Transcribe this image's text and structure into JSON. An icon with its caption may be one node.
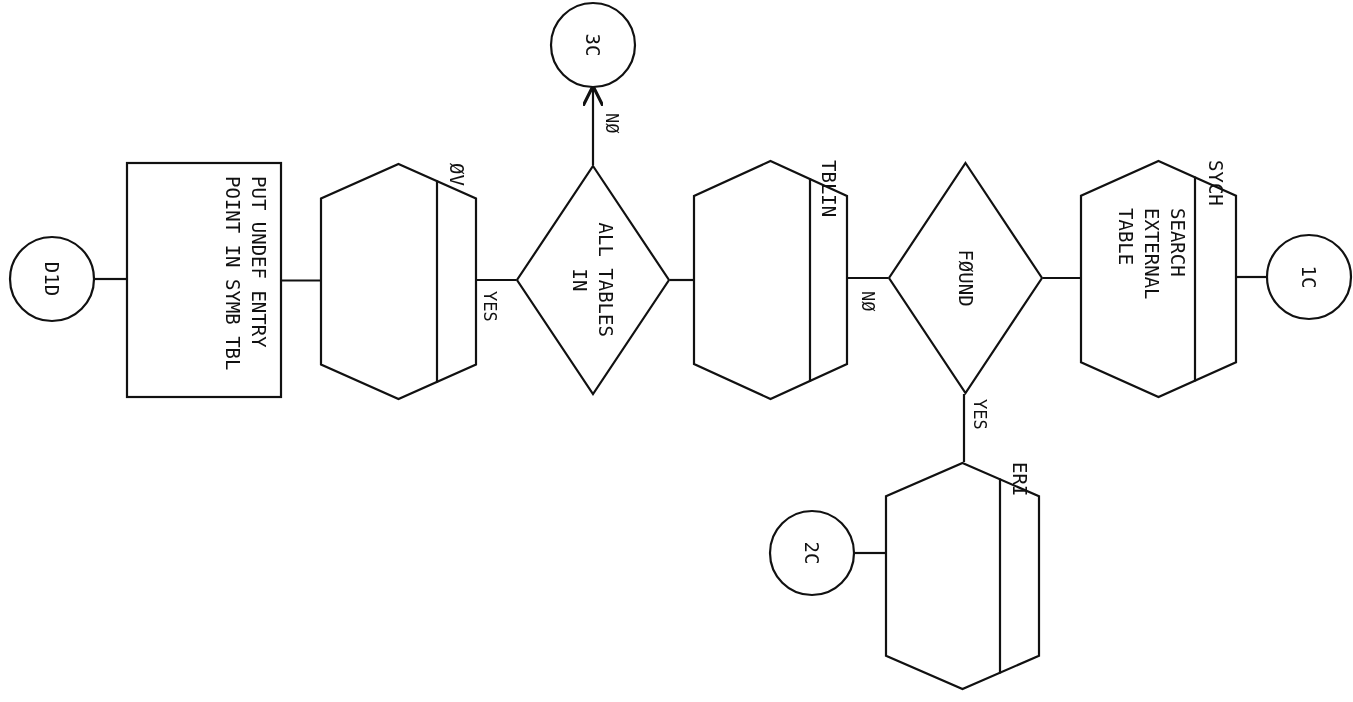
{
  "diagram": {
    "nodes": [
      {
        "text": [
          "1C"
        ]
      },
      {
        "text": [
          "SYCH",
          "SEARCH EXTERNAL TABLE"
        ]
      },
      {
        "text": [
          "FØUND"
        ]
      },
      {
        "text": [
          "TBLIN"
        ]
      },
      {
        "text": [
          "ALL TABLES IN"
        ]
      },
      {
        "text": [
          "3C"
        ]
      },
      {
        "text": [
          "ØV"
        ]
      },
      {
        "text": [
          "PUT UNDEF ENTRY POINT IN SYMB TBL"
        ]
      },
      {
        "text": [
          "D1D"
        ]
      },
      {
        "text": [
          "ERI"
        ]
      },
      {
        "text": [
          "2C"
        ]
      }
    ],
    "edges": [
      {
        "from": 0,
        "to": 1,
        "arrow": "none"
      },
      {
        "from": 1,
        "to": 2,
        "arrow": "none"
      },
      {
        "from": 2,
        "to": 3,
        "arrow": "none",
        "label": "NØ"
      },
      {
        "from": 3,
        "to": 4,
        "arrow": "none"
      },
      {
        "from": 4,
        "to": 5,
        "arrow": "to",
        "label": "NØ"
      },
      {
        "from": 4,
        "to": 6,
        "arrow": "none",
        "label": "YES"
      },
      {
        "from": 6,
        "to": 7,
        "arrow": "none"
      },
      {
        "from": 7,
        "to": 8,
        "arrow": "none"
      },
      {
        "from": 2,
        "to": 9,
        "arrow": "none",
        "label": "YES"
      },
      {
        "from": 9,
        "to": 10,
        "arrow": "none"
      }
    ]
  }
}
